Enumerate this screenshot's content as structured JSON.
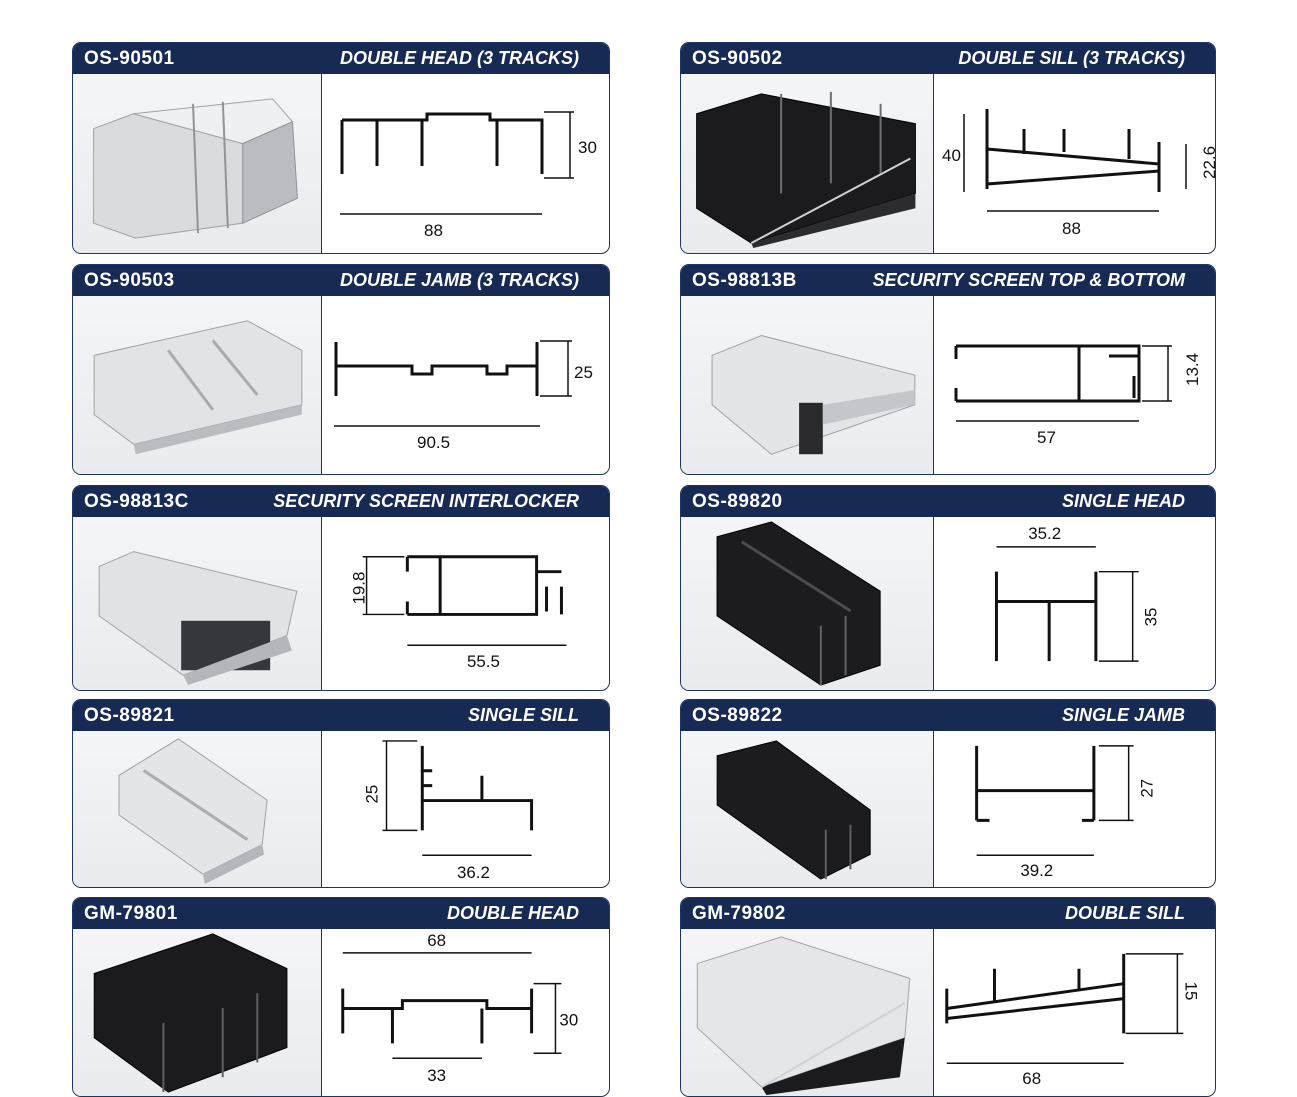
{
  "products": [
    {
      "code": "OS-90501",
      "title": "DOUBLE HEAD (3 TRACKS)",
      "dims": [
        "30",
        "88"
      ]
    },
    {
      "code": "OS-90502",
      "title": "DOUBLE SILL (3 TRACKS)",
      "dims": [
        "40",
        "22.6",
        "88"
      ]
    },
    {
      "code": "OS-90503",
      "title": "DOUBLE JAMB (3 TRACKS)",
      "dims": [
        "25",
        "90.5"
      ]
    },
    {
      "code": "OS-98813B",
      "title": "SECURITY SCREEN TOP & BOTTOM",
      "dims": [
        "13.4",
        "57"
      ]
    },
    {
      "code": "OS-98813C",
      "title": "SECURITY SCREEN INTERLOCKER",
      "dims": [
        "19.8",
        "55.5"
      ]
    },
    {
      "code": "OS-89820",
      "title": "SINGLE HEAD",
      "dims": [
        "35.2",
        "35"
      ]
    },
    {
      "code": "OS-89821",
      "title": "SINGLE SILL",
      "dims": [
        "25",
        "36.2"
      ]
    },
    {
      "code": "OS-89822",
      "title": "SINGLE JAMB",
      "dims": [
        "27",
        "39.2"
      ]
    },
    {
      "code": "GM-79801",
      "title": "DOUBLE HEAD",
      "dims": [
        "68",
        "30",
        "33"
      ]
    },
    {
      "code": "GM-79802",
      "title": "DOUBLE SILL",
      "dims": [
        "15",
        "68"
      ]
    }
  ],
  "colors": {
    "header": "#172a54",
    "border": "#1f3466",
    "silver": "#d9dcdf",
    "black": "#1b1b1d"
  }
}
